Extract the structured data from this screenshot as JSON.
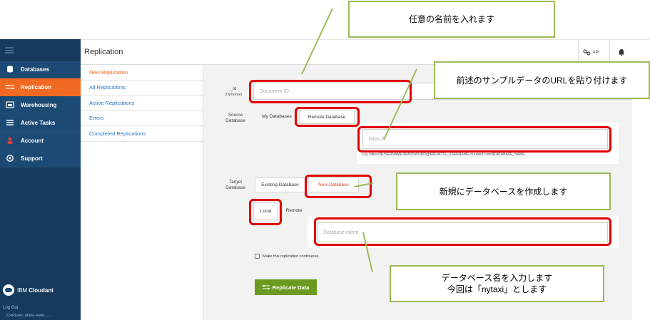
{
  "sidebar": {
    "items": [
      {
        "label": "Databases",
        "icon": "database-icon"
      },
      {
        "label": "Replication",
        "icon": "replication-icon",
        "active": true
      },
      {
        "label": "Warehousing",
        "icon": "warehouse-icon"
      },
      {
        "label": "Active Tasks",
        "icon": "tasks-icon"
      },
      {
        "label": "Account",
        "icon": "account-icon"
      },
      {
        "label": "Support",
        "icon": "support-icon"
      }
    ],
    "logo_text": "IBM",
    "logo_product": "Cloudant",
    "logout": "Log Out",
    "account_id": "22491a4c-6b09-4ad8-..."
  },
  "header": {
    "title": "Replication",
    "api_label": "API"
  },
  "subnav": {
    "items": [
      {
        "label": "New Replication",
        "active": true
      },
      {
        "label": "All Replications"
      },
      {
        "label": "Active Replications"
      },
      {
        "label": "Errors"
      },
      {
        "label": "Completed Replications"
      }
    ]
  },
  "form": {
    "id_label": "_id",
    "id_sublabel": "(Optional)",
    "id_placeholder": "Document ID",
    "source_label_1": "Source",
    "source_label_2": "Database",
    "source_tabs": [
      "My Databases",
      "Remote Database"
    ],
    "source_url_placeholder": "https://",
    "source_hint": "e.g. https://$USERNAME:$PASSWORD@$REMOTE_USERNAME.cloudant.com/$DATABASE_NAME",
    "target_label_1": "Target",
    "target_label_2": "Database",
    "target_tabs": [
      "Existing Database",
      "New Database"
    ],
    "location_tabs": [
      "Local",
      "Remote"
    ],
    "target_name_placeholder": "Database name",
    "continuous_label": "Make this replication continuous.",
    "submit_label": "Replicate Data"
  },
  "annotations": {
    "callout_id": "任意の名前を入れます",
    "callout_url": "前述のサンプルデータのURLを貼り付けます",
    "callout_new_db": "新規にデータベースを作成します",
    "callout_db_name_1": "データベース名を入力します",
    "callout_db_name_2": "今回は「nytaxi」とします"
  },
  "colors": {
    "sidebar_bg": "#1c4a74",
    "active_orange": "#f26a21",
    "link_blue": "#2d78c6",
    "button_green": "#6a9a1f",
    "highlight_red": "#e00000",
    "callout_border": "#9bbb59"
  }
}
